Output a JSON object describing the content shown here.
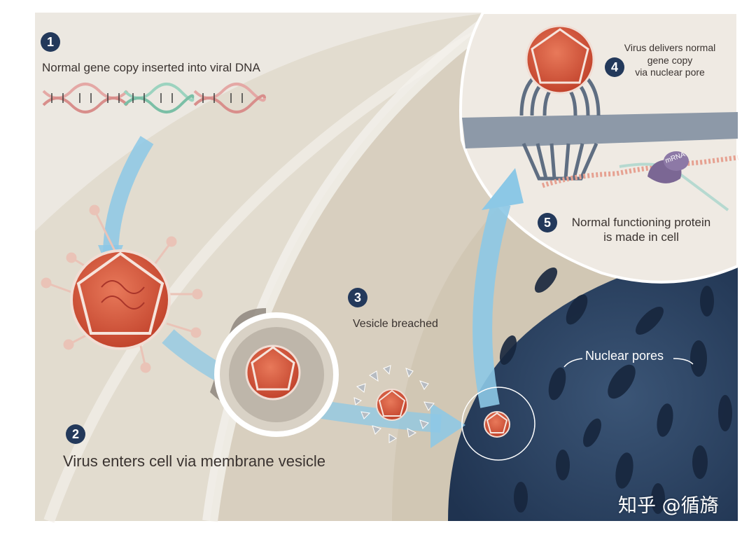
{
  "steps": [
    {
      "number": "1",
      "text": "Normal gene copy inserted into viral DNA"
    },
    {
      "number": "2",
      "text": "Virus enters cell via membrane vesicle"
    },
    {
      "number": "3",
      "text": "Vesicle breached"
    },
    {
      "number": "4",
      "lines": [
        "Virus delivers normal",
        "gene copy",
        "via nuclear pore"
      ]
    },
    {
      "number": "5",
      "lines": [
        "Normal functioning protein",
        "is made in cell"
      ]
    }
  ],
  "labels": {
    "mrna": "mRNA",
    "nuclear_pores": "Nuclear pores"
  },
  "watermark": "知乎 @循旖",
  "colors": {
    "badge": "#23395b",
    "nucleus": "#2c4260",
    "virus": "#d4543a",
    "arrow": "#8cc8e6",
    "membrane": "#e8e2d6"
  }
}
